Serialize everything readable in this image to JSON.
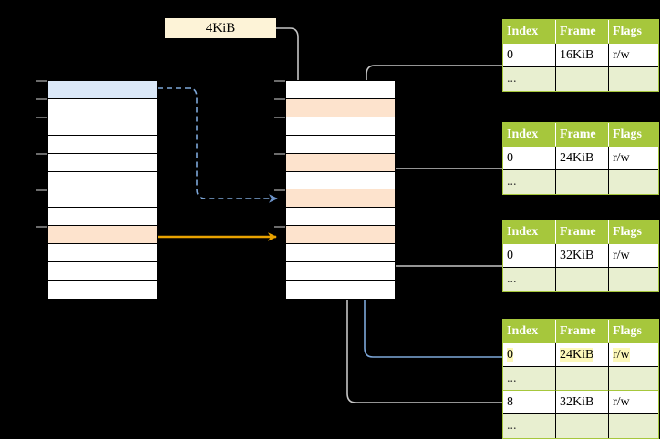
{
  "size_label": {
    "text": "4KiB"
  },
  "colors": {
    "header_green": "#a6c73c",
    "empty_row_green": "#e8efd0",
    "highlight_yellow": "#fcf8b8",
    "cell_orange": "#fde3cd",
    "cell_blue": "#dbe8f8",
    "size_box_cream": "#fdf3d7",
    "wire_gray": "#b3b3b3",
    "wire_blue": "#7da7d9",
    "wire_orange": "#e8a200"
  },
  "left_column": {
    "name": "virtual-address-space",
    "row_count": 12,
    "rows": [
      {
        "fill": "blue"
      },
      {
        "fill": "white"
      },
      {
        "fill": "white"
      },
      {
        "fill": "white"
      },
      {
        "fill": "white"
      },
      {
        "fill": "white"
      },
      {
        "fill": "white"
      },
      {
        "fill": "white"
      },
      {
        "fill": "orange"
      },
      {
        "fill": "white"
      },
      {
        "fill": "white"
      },
      {
        "fill": "white"
      }
    ]
  },
  "middle_column": {
    "name": "physical-memory",
    "row_count": 12,
    "rows": [
      {
        "fill": "white"
      },
      {
        "fill": "orange"
      },
      {
        "fill": "white"
      },
      {
        "fill": "white"
      },
      {
        "fill": "orange"
      },
      {
        "fill": "white"
      },
      {
        "fill": "orange"
      },
      {
        "fill": "white"
      },
      {
        "fill": "orange"
      },
      {
        "fill": "white"
      },
      {
        "fill": "white"
      },
      {
        "fill": "white"
      }
    ]
  },
  "tables": [
    {
      "name": "page-table-1",
      "headers": [
        "Index",
        "Frame",
        "Flags"
      ],
      "rows": [
        {
          "type": "data",
          "cells": [
            "0",
            "16KiB",
            "r/w"
          ],
          "highlight": [
            false,
            false,
            false
          ]
        },
        {
          "type": "empty",
          "cells": [
            "...",
            "",
            ""
          ],
          "highlight": [
            false,
            false,
            false
          ]
        }
      ]
    },
    {
      "name": "page-table-2",
      "headers": [
        "Index",
        "Frame",
        "Flags"
      ],
      "rows": [
        {
          "type": "data",
          "cells": [
            "0",
            "24KiB",
            "r/w"
          ],
          "highlight": [
            false,
            false,
            false
          ]
        },
        {
          "type": "empty",
          "cells": [
            "...",
            "",
            ""
          ],
          "highlight": [
            false,
            false,
            false
          ]
        }
      ]
    },
    {
      "name": "page-table-3",
      "headers": [
        "Index",
        "Frame",
        "Flags"
      ],
      "rows": [
        {
          "type": "data",
          "cells": [
            "0",
            "32KiB",
            "r/w"
          ],
          "highlight": [
            false,
            false,
            false
          ]
        },
        {
          "type": "empty",
          "cells": [
            "...",
            "",
            ""
          ],
          "highlight": [
            false,
            false,
            false
          ]
        }
      ]
    },
    {
      "name": "page-table-4",
      "headers": [
        "Index",
        "Frame",
        "Flags"
      ],
      "rows": [
        {
          "type": "data",
          "cells": [
            "0",
            "24KiB",
            "r/w"
          ],
          "highlight": [
            true,
            true,
            true
          ]
        },
        {
          "type": "empty",
          "cells": [
            "...",
            "",
            ""
          ],
          "highlight": [
            false,
            false,
            false
          ]
        },
        {
          "type": "data",
          "cells": [
            "8",
            "32KiB",
            "r/w"
          ],
          "highlight": [
            false,
            false,
            false
          ]
        },
        {
          "type": "empty",
          "cells": [
            "...",
            "",
            ""
          ],
          "highlight": [
            false,
            false,
            false
          ]
        }
      ]
    }
  ]
}
